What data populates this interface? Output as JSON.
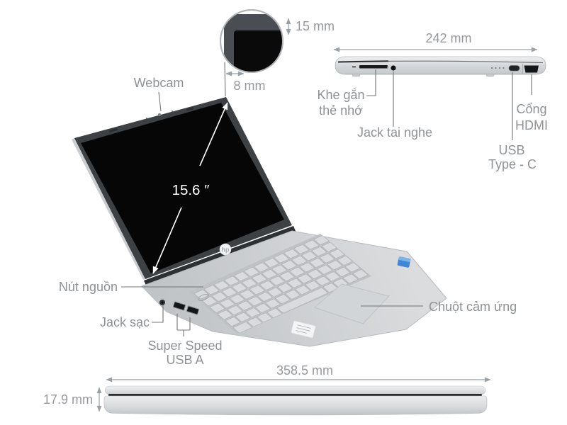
{
  "magnifier": {
    "top_bezel": "15 mm",
    "side_bezel": "8 mm"
  },
  "screen": {
    "size": "15.6 ″",
    "webcam": "Webcam"
  },
  "left_ports": {
    "power": "Nút nguồn",
    "charge": "Jack sạc",
    "usb_line1": "Super Speed",
    "usb_line2": "USB A"
  },
  "touchpad": {
    "label": "Chuột cảm ứng"
  },
  "side_view": {
    "width": "242 mm",
    "card_line1": "Khe gắn",
    "card_line2": "thẻ nhớ",
    "headphone": "Jack tai nghe",
    "hdmi_line1": "Cổng",
    "hdmi_line2": "HDMI",
    "usbc_line1": "USB",
    "usbc_line2": "Type - C"
  },
  "front_view": {
    "width": "358.5 mm",
    "height": "17.9 mm"
  },
  "brand": {
    "logo": "hp"
  },
  "colors": {
    "label_text": "#8f9295",
    "leader_line": "#717477",
    "dimension_line": "#9aa0a3",
    "screen_black": "#060607",
    "bezel_dark": "#3d4144",
    "body_silver": "#cdd0d3",
    "intel_sticker_blue": "#3f87d6",
    "arrow_white": "#ffffff"
  }
}
